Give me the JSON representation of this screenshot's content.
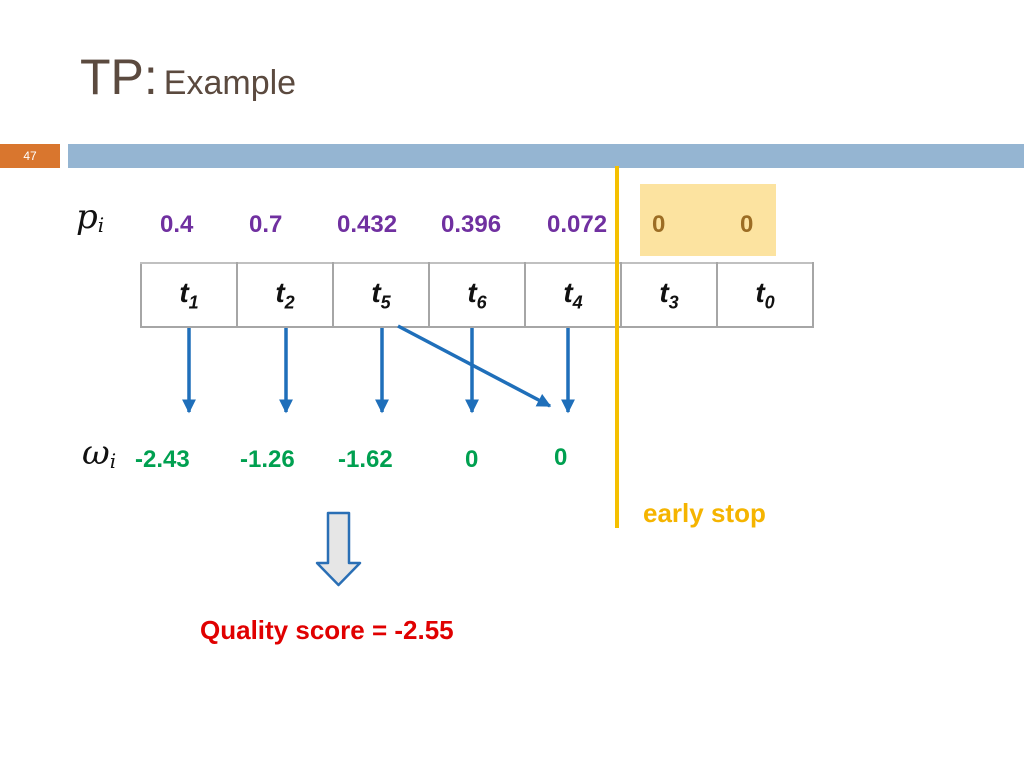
{
  "title": {
    "main": "TP:",
    "sub": "Example"
  },
  "slide_number": "47",
  "labels": {
    "p_symbol": "p",
    "p_subscript": "i",
    "omega_symbol": "ω",
    "omega_subscript": "i"
  },
  "probabilities": [
    "0.4",
    "0.7",
    "0.432",
    "0.396",
    "0.072",
    "0",
    "0"
  ],
  "tokens": [
    {
      "base": "t",
      "sub": "1"
    },
    {
      "base": "t",
      "sub": "2"
    },
    {
      "base": "t",
      "sub": "5"
    },
    {
      "base": "t",
      "sub": "6"
    },
    {
      "base": "t",
      "sub": "4"
    },
    {
      "base": "t",
      "sub": "3"
    },
    {
      "base": "t",
      "sub": "0"
    }
  ],
  "weights": [
    "-2.43",
    "-1.26",
    "-1.62",
    "0",
    "0"
  ],
  "early_stop_label": "early stop",
  "quality_score": "Quality score = -2.55",
  "colors": {
    "probability": "#7030a0",
    "probability_stopped": "#9c6d24",
    "weight": "#00a050",
    "arrow": "#1f6fba",
    "early_stop": "#f5b400",
    "quality": "#e00000",
    "highlight": "#fce3a0",
    "header_bar": "#95b5d2",
    "slide_number_box": "#d9762e"
  }
}
